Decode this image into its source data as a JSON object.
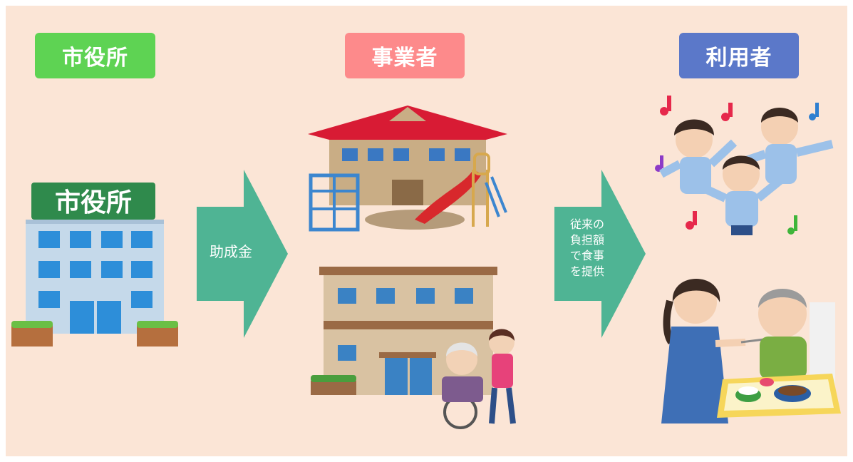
{
  "colors": {
    "panel_bg": "#fbe5d6",
    "city_box": "#5ed353",
    "operator_box": "#fd8a8b",
    "user_box": "#5b78c9",
    "arrow": "#4fb494"
  },
  "labels": {
    "city_hall": "市役所",
    "operator": "事業者",
    "user": "利用者"
  },
  "arrows": {
    "subsidy": "助成金",
    "meal_lines": [
      "従来の",
      "負担額",
      "で食事",
      "を提供"
    ]
  },
  "illustrations": {
    "city_hall_sign": "市役所",
    "city_hall_icon": "city-hall-building-icon",
    "nursery_icon": "nursery-school-building-icon",
    "care_facility_icon": "elderly-care-facility-icon",
    "children_icon": "dancing-children-icon",
    "meal_icon": "caregiver-feeding-elder-icon"
  }
}
